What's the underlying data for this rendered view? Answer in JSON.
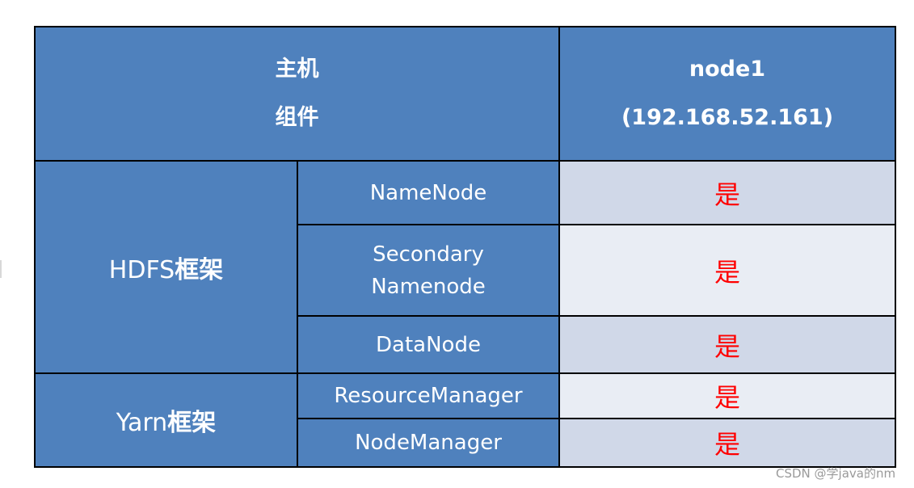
{
  "header": {
    "host_label": "主机",
    "component_label": "组件",
    "node_name": "node1",
    "node_ip": "(192.168.52.161)"
  },
  "groups": [
    {
      "prefix": "HDFS",
      "suffix": "框架",
      "rows": [
        {
          "component_lines": [
            "NameNode"
          ],
          "value": "是"
        },
        {
          "component_lines": [
            "Secondary",
            "Namenode"
          ],
          "value": "是"
        },
        {
          "component_lines": [
            "DataNode"
          ],
          "value": "是"
        }
      ]
    },
    {
      "prefix": "Yarn",
      "suffix": "框架",
      "rows": [
        {
          "component_lines": [
            "ResourceManager"
          ],
          "value": "是"
        },
        {
          "component_lines": [
            "NodeManager"
          ],
          "value": "是"
        }
      ]
    }
  ],
  "watermark": "CSDN @学java的nm",
  "colors": {
    "header_bg": "#4f81bd",
    "row_dark": "#d0d8e8",
    "row_light": "#e9edf4",
    "value_text": "#ff0000"
  }
}
